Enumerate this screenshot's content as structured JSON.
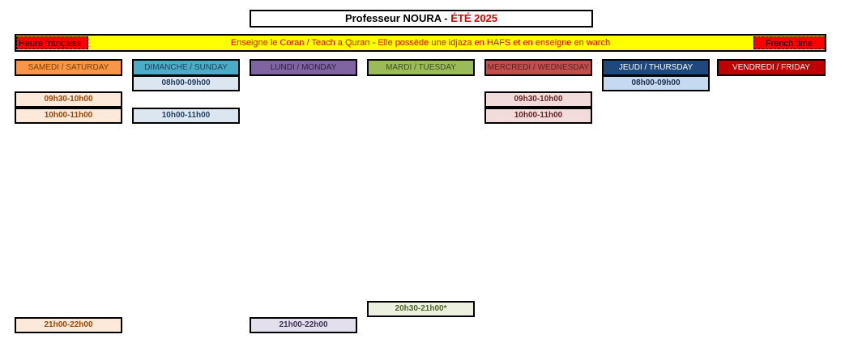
{
  "title": {
    "label": "Professeur NOURA",
    "separator": " - ",
    "season": "ÉTÉ 2025"
  },
  "banner": {
    "text": "Enseigne le Coran  / Teach a Quran - Elle possède une idjaza en HAFS et en enseigne en warch",
    "left_label": "Heure française",
    "right_label": "French time"
  },
  "days": [
    {
      "label": "SAMEDI / SATURDAY",
      "color": "#f79646"
    },
    {
      "label": "DIMANCHE / SUNDAY",
      "color": "#4bacc6"
    },
    {
      "label": "LUNDI / MONDAY",
      "color": "#8064a2"
    },
    {
      "label": "MARDI / TUESDAY",
      "color": "#9bbb59"
    },
    {
      "label": "MERCREDI / WEDNESDAY",
      "color": "#c0504d"
    },
    {
      "label": "JEUDI / THURSDAY",
      "color": "#1f497d"
    },
    {
      "label": "VENDREDI / FRIDAY",
      "color": "#c00000"
    }
  ],
  "slots": {
    "saturday": [
      "09h30-10h00",
      "10h00-11h00",
      "21h00-22h00"
    ],
    "sunday": [
      "08h00-09h00",
      "10h00-11h00"
    ],
    "monday": [
      "21h00-22h00"
    ],
    "tuesday": [
      "20h30-21h00*"
    ],
    "wednesday": [
      "09h30-10h00",
      "10h00-11h00"
    ],
    "thursday": [
      "08h00-09h00"
    ]
  }
}
